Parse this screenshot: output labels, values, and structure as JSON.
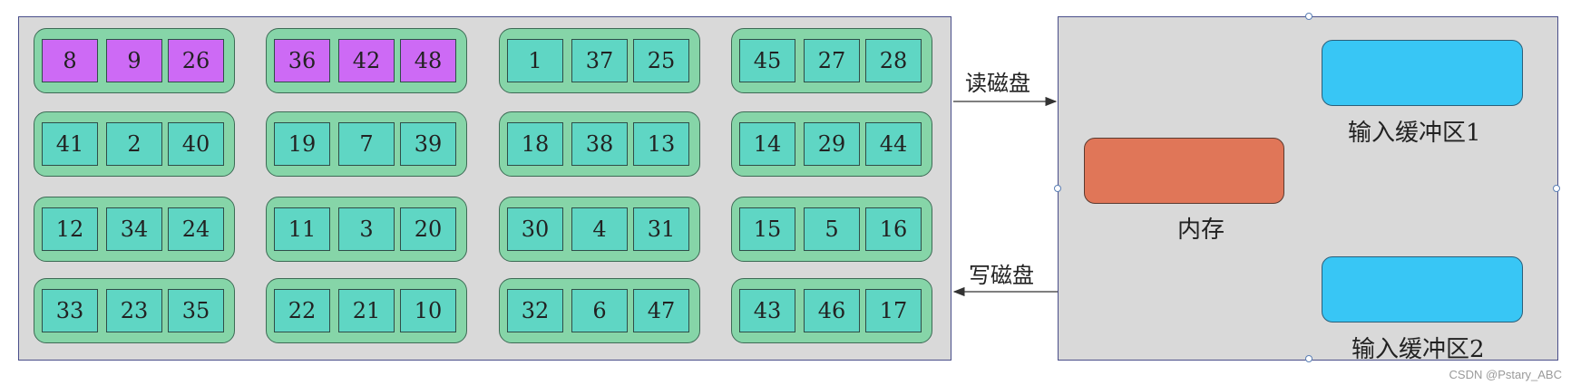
{
  "disk_groups": [
    [
      [
        8,
        9,
        26
      ],
      [
        36,
        42,
        48
      ],
      [
        1,
        37,
        25
      ],
      [
        45,
        27,
        28
      ]
    ],
    [
      [
        41,
        2,
        40
      ],
      [
        19,
        7,
        39
      ],
      [
        18,
        38,
        13
      ],
      [
        14,
        29,
        44
      ]
    ],
    [
      [
        12,
        34,
        24
      ],
      [
        11,
        3,
        20
      ],
      [
        30,
        4,
        31
      ],
      [
        15,
        5,
        16
      ]
    ],
    [
      [
        33,
        23,
        35
      ],
      [
        22,
        21,
        10
      ],
      [
        32,
        6,
        47
      ],
      [
        43,
        46,
        17
      ]
    ]
  ],
  "highlighted_groups": [
    [
      0,
      0
    ],
    [
      0,
      1
    ]
  ],
  "colors": {
    "panel": "#d9d9d9",
    "group": "#86d5a8",
    "cell": "#5fd6c4",
    "cell_highlight": "#cd6af5",
    "memory": "#e07658",
    "buffer": "#38c6f5"
  },
  "arrows": {
    "read_label": "读磁盘",
    "write_label": "写磁盘"
  },
  "memory": {
    "memory_label": "内存",
    "buffer1_label": "输入缓冲区1",
    "buffer2_label": "输入缓冲区2"
  },
  "watermark": "CSDN @Pstary_ABC"
}
